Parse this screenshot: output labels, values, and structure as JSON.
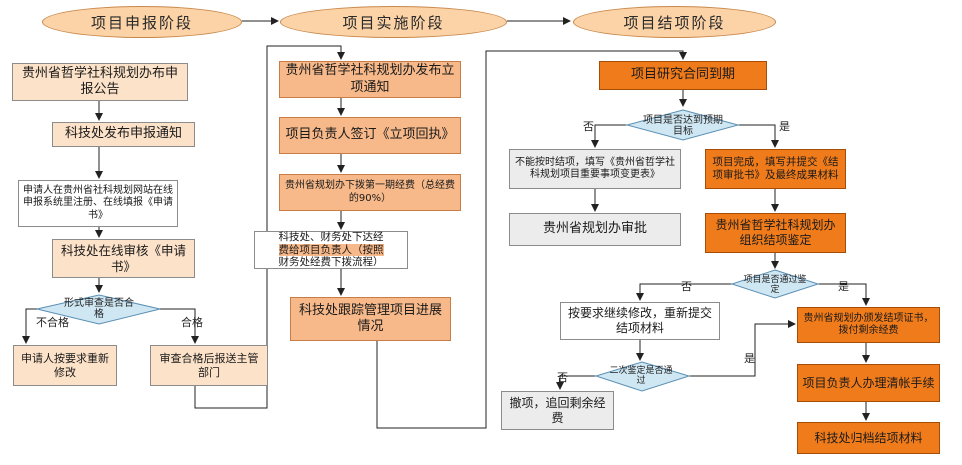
{
  "stages": [
    "项目申报阶段",
    "项目实施阶段",
    "项目结项阶段"
  ],
  "col1": {
    "announce": "贵州省哲学社科规划办布申报公告",
    "notify": "科技处发布申报通知",
    "apply": "申请人在贵州省社科规划网站在线申报系统里注册、在线填报《申请书》",
    "review": "科技处在线审核《申请书》",
    "check": "形式审查是否合格",
    "fail_label": "不合格",
    "pass_label": "合格",
    "modify": "申请人按要求重新修改",
    "submit": "审查合格后报送主管部门"
  },
  "col2": {
    "notice": "贵州省哲学社科规划办发布立项通知",
    "sign": "项目负责人签订《立项回执》",
    "fund1": "贵州省规划办下拨第一期经费（总经费的90%）",
    "fund_pass_a": "科技处、财务处下达经",
    "fund_pass_b": "费给项目负责人（按照",
    "fund_pass_c": "财务处经费下拨流程）",
    "track": "科技处跟踪管理项目进展情况"
  },
  "col3": {
    "expire": "项目研究合同到期",
    "goal": "项目是否达到预期目标",
    "no_label": "否",
    "yes_label": "是",
    "cannot": "不能按时结项，填写《贵州省哲学社科规划项目重要事项变更表》",
    "approve": "贵州省规划办审批",
    "complete": "项目完成，填写并提交《结项审批书》及最终成果材料",
    "organize": "贵州省哲学社科规划办组织结项鉴定",
    "passcheck": "项目是否通过鉴定",
    "no2_label": "否",
    "yes2_label": "是",
    "resubmit": "按要求继续修改，重新提交结项材料",
    "second": "二次鉴定是否通过",
    "no3_label": "否",
    "yes3_label": "是",
    "revoke": "撤项，追回剩余经费",
    "certificate": "贵州省规划办颁发结项证书，拨付剩余经费",
    "settle": "项目负责人办理清帐手续",
    "archive": "科技处归档结项材料"
  }
}
